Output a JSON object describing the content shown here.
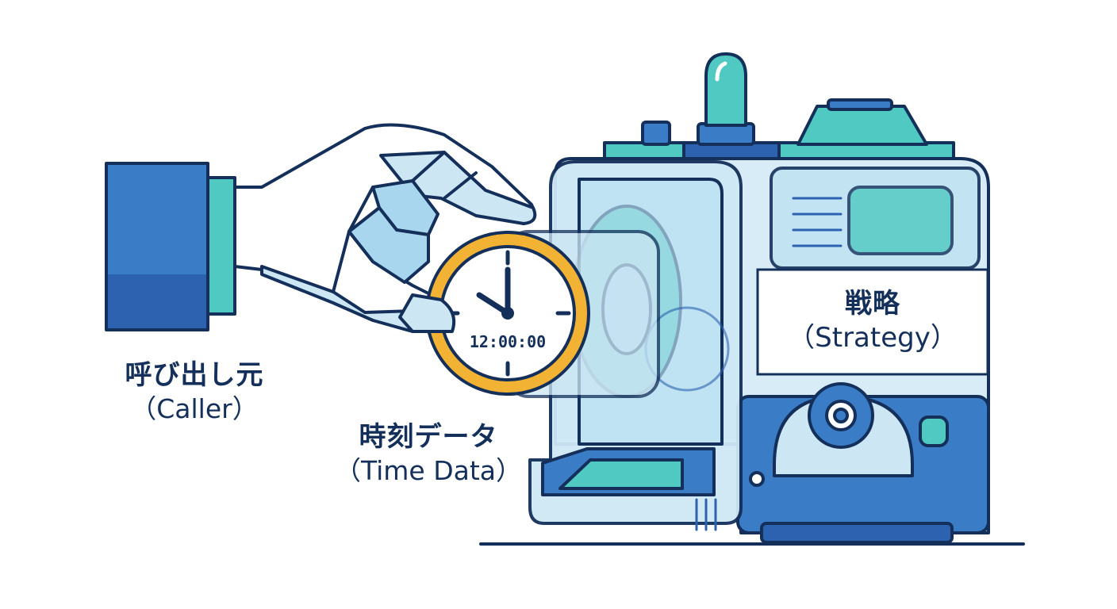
{
  "labels": {
    "caller": {
      "ja": "呼び出し元",
      "en": "（Caller）"
    },
    "time_data": {
      "ja": "時刻データ",
      "en": "（Time Data）"
    },
    "strategy": {
      "ja": "戦略",
      "en": "（Strategy）"
    }
  },
  "clock": {
    "digital_time": "12:00:00"
  },
  "colors": {
    "outline": "#14305a",
    "blue": "#3a7cc6",
    "blue_dark": "#2d62b0",
    "teal": "#4fc9c2",
    "glass": "#cde6f4",
    "light_blue": "#a9d6ef",
    "clock_ring": "#f2b233",
    "white": "#ffffff"
  }
}
